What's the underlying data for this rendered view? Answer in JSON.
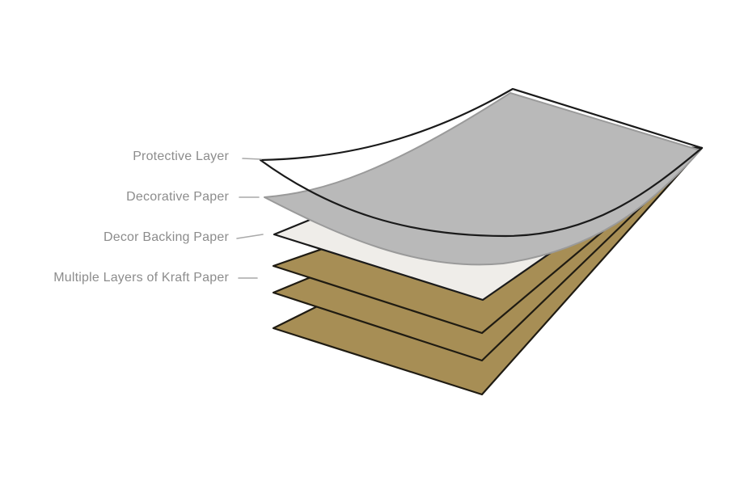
{
  "diagram": {
    "type": "laminate-layer-exploded-diagram",
    "background": "#ffffff",
    "labels": {
      "protective": "Protective Layer",
      "decorative": "Decorative Paper",
      "backing": "Decor Backing Paper",
      "kraft": "Multiple Layers of Kraft Paper"
    },
    "layers": {
      "protective": {
        "name": "Protective Layer",
        "fill": "none",
        "stroke": "#1a1a1a",
        "count": 1
      },
      "decorative": {
        "name": "Decorative Paper",
        "fill": "#b9b9b9",
        "stroke": "#9a9a9a",
        "count": 1
      },
      "backing": {
        "name": "Decor Backing Paper",
        "fill": "#efede9",
        "stroke": "#1a1a1a",
        "count": 1
      },
      "kraft": {
        "name": "Kraft Paper",
        "fill": "#a78e55",
        "stroke": "#1f1b12",
        "count": 3
      }
    },
    "colors": {
      "label_text": "#8c8c8c",
      "leader_line": "#a9a9a9",
      "outline": "#1a1a1a"
    }
  }
}
